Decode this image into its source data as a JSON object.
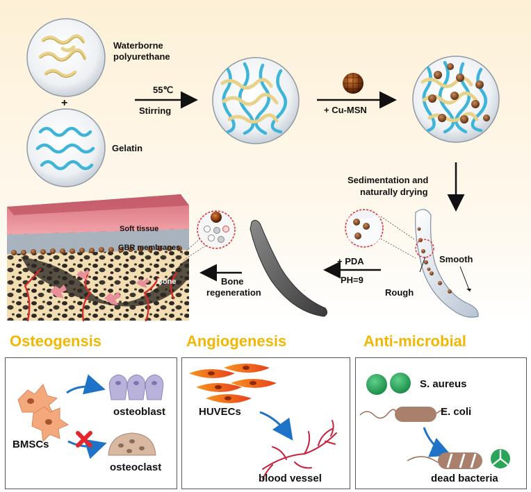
{
  "labels": {
    "waterborne": "Waterborne",
    "polyurethane": "polyurethane",
    "plus": "+",
    "gelatin": "Gelatin",
    "temp": "55℃",
    "stirring": "Stirring",
    "cu_msn": "+ Cu-MSN",
    "sedimentation": "Sedimentation and",
    "naturally_drying": "naturally drying",
    "smooth": "Smooth",
    "rough": "Rough",
    "pda": "+ PDA",
    "ph": "PH=9",
    "bone_regen_1": "Bone",
    "bone_regen_2": "regeneration",
    "soft_tissue": "Soft tissue",
    "gbr_membranes": "GBR membranes",
    "bone": "Bone"
  },
  "sections": {
    "osteogensis": {
      "title": "Osteogensis",
      "osteoblast": "osteoblast",
      "bmscs": "BMSCs",
      "osteoclast": "osteoclast"
    },
    "angiogenesis": {
      "title": "Angiogenesis",
      "huvecs": "HUVECs",
      "blood_vessel": "blood vessel"
    },
    "antimicrobial": {
      "title": "Anti-microbial",
      "s_aureus": "S. aureus",
      "e_coli": "E. coli",
      "dead_bacteria": "dead bacteria"
    }
  },
  "colors": {
    "title_yellow": "#f2b705",
    "arrow_blue": "#1e73c8",
    "cross_red": "#e3262b",
    "pu_yellow": "#e8d28a",
    "gelatin_cyan": "#3db4d8",
    "bg_cream": "#fdf3dc"
  },
  "icons": [
    "cu-msn-particle-icon",
    "red-cross-icon",
    "arrow-icon",
    "dead-bacteria-icon"
  ]
}
